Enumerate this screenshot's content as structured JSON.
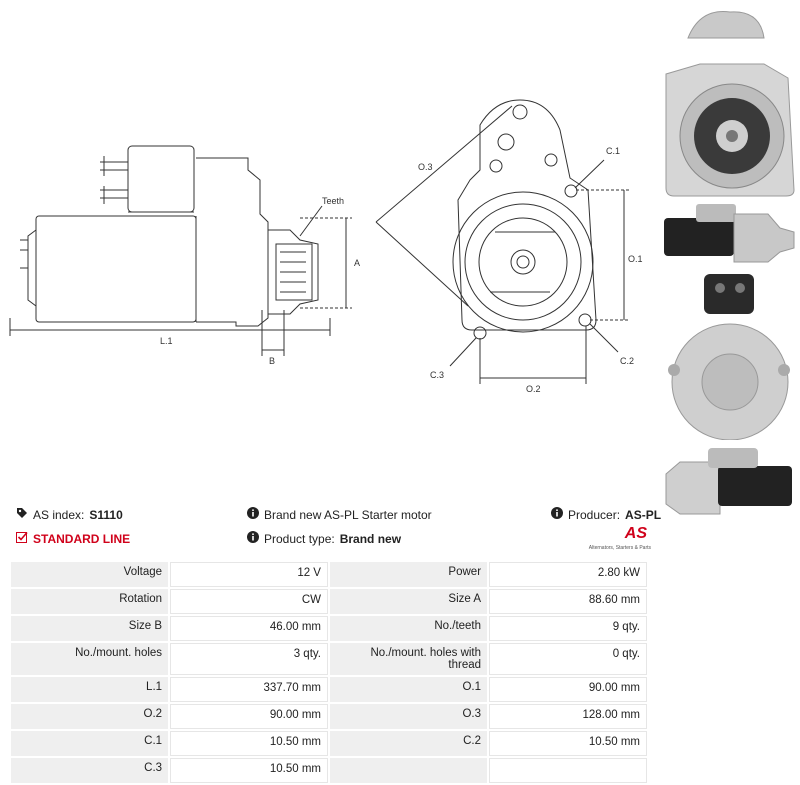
{
  "drawing_labels": {
    "teeth": "Teeth",
    "a": "A",
    "b": "B",
    "l1": "L.1",
    "o3": "O.3",
    "c1": "C.1",
    "o1": "O.1",
    "c2": "C.2",
    "c3": "C.3",
    "o2": "O.2"
  },
  "info": {
    "as_index_label": "AS index:",
    "as_index_value": "S1110",
    "standard_line": "STANDARD LINE",
    "description": "Brand new AS-PL Starter motor",
    "product_type_label": "Product type:",
    "product_type_value": "Brand new",
    "producer_label": "Producer:",
    "producer_value": "AS-PL",
    "logo_text": "AS",
    "logo_tagline": "Alternators, Starters & Parts"
  },
  "colors": {
    "accent_red": "#d0021b",
    "label_bg": "#efefef"
  },
  "specs": [
    [
      {
        "label": "Voltage",
        "value": "12 V"
      },
      {
        "label": "Power",
        "value": "2.80 kW"
      }
    ],
    [
      {
        "label": "Rotation",
        "value": "CW"
      },
      {
        "label": "Size A",
        "value": "88.60 mm"
      }
    ],
    [
      {
        "label": "Size B",
        "value": "46.00 mm"
      },
      {
        "label": "No./teeth",
        "value": "9 qty."
      }
    ],
    [
      {
        "label": "No./mount. holes",
        "value": "3 qty."
      },
      {
        "label": "No./mount. holes with thread",
        "value": "0 qty."
      }
    ],
    [
      {
        "label": "L.1",
        "value": "337.70 mm"
      },
      {
        "label": "O.1",
        "value": "90.00 mm"
      }
    ],
    [
      {
        "label": "O.2",
        "value": "90.00 mm"
      },
      {
        "label": "O.3",
        "value": "128.00 mm"
      }
    ],
    [
      {
        "label": "C.1",
        "value": "10.50 mm"
      },
      {
        "label": "C.2",
        "value": "10.50 mm"
      }
    ],
    [
      {
        "label": "C.3",
        "value": "10.50 mm"
      },
      {
        "label": "",
        "value": ""
      }
    ]
  ]
}
